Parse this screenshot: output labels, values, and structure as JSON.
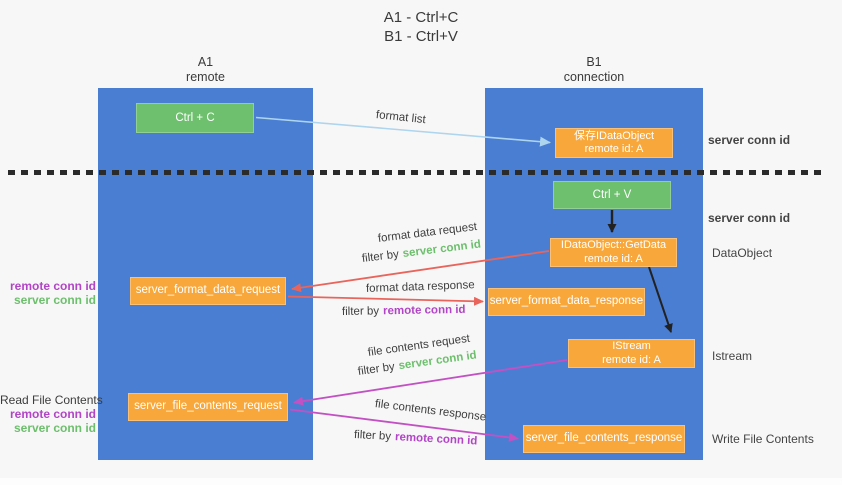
{
  "title": {
    "line1": "A1 - Ctrl+C",
    "line2": "B1 - Ctrl+V"
  },
  "columns": {
    "left": {
      "id": "A1",
      "role": "remote"
    },
    "right": {
      "id": "B1",
      "role": "connection"
    }
  },
  "nodes": {
    "ctrl_c": {
      "label": "Ctrl + C"
    },
    "ctrl_v": {
      "label": "Ctrl + V"
    },
    "save_dataobject": {
      "line1": "保存IDataObject",
      "line2": "remote id: A"
    },
    "getdata": {
      "line1": "IDataObject::GetData",
      "line2": "remote id: A"
    },
    "istream": {
      "line1": "IStream",
      "line2": "remote id: A"
    },
    "format_request": {
      "label": "server_format_data_request"
    },
    "format_response": {
      "label": "server_format_data_response"
    },
    "file_request": {
      "label": "server_file_contents_request"
    },
    "file_response": {
      "label": "server_file_contents_response"
    }
  },
  "edges": {
    "format_list": {
      "label": "format list"
    },
    "format_data_request": {
      "label": "format data request",
      "filter_prefix": "filter by",
      "filter_key": "server conn id"
    },
    "format_data_response": {
      "label": "format data response",
      "filter_prefix": "filter by",
      "filter_key": "remote conn id"
    },
    "file_contents_request": {
      "label": "file contents request",
      "filter_prefix": "filter by",
      "filter_key": "server conn id"
    },
    "file_contents_response": {
      "label": "file contents response",
      "filter_prefix": "filter by",
      "filter_key": "remote conn id"
    }
  },
  "annotations": {
    "server_conn_id_top": "server conn id",
    "server_conn_id_mid": "server conn id",
    "dataobject": "DataObject",
    "istream": "Istream",
    "write_file_contents": "Write File Contents",
    "read_file_contents": "Read File Contents",
    "pair_top": {
      "remote": "remote conn id",
      "server": "server conn id"
    },
    "pair_bottom": {
      "remote": "remote conn id",
      "server": "server conn id"
    }
  },
  "colors": {
    "background": "#f7f7f7",
    "column_blue": "#4a7ed2",
    "box_green": "#6ec06e",
    "box_orange": "#f8a73b",
    "text_green": "#6dbf6d",
    "text_purple": "#b244c6",
    "text_dark": "#3c3c3c",
    "arrow_red": "#e9655c",
    "arrow_magenta": "#c351c3",
    "arrow_lightblue": "#aed5ee",
    "arrow_black": "#222222"
  }
}
